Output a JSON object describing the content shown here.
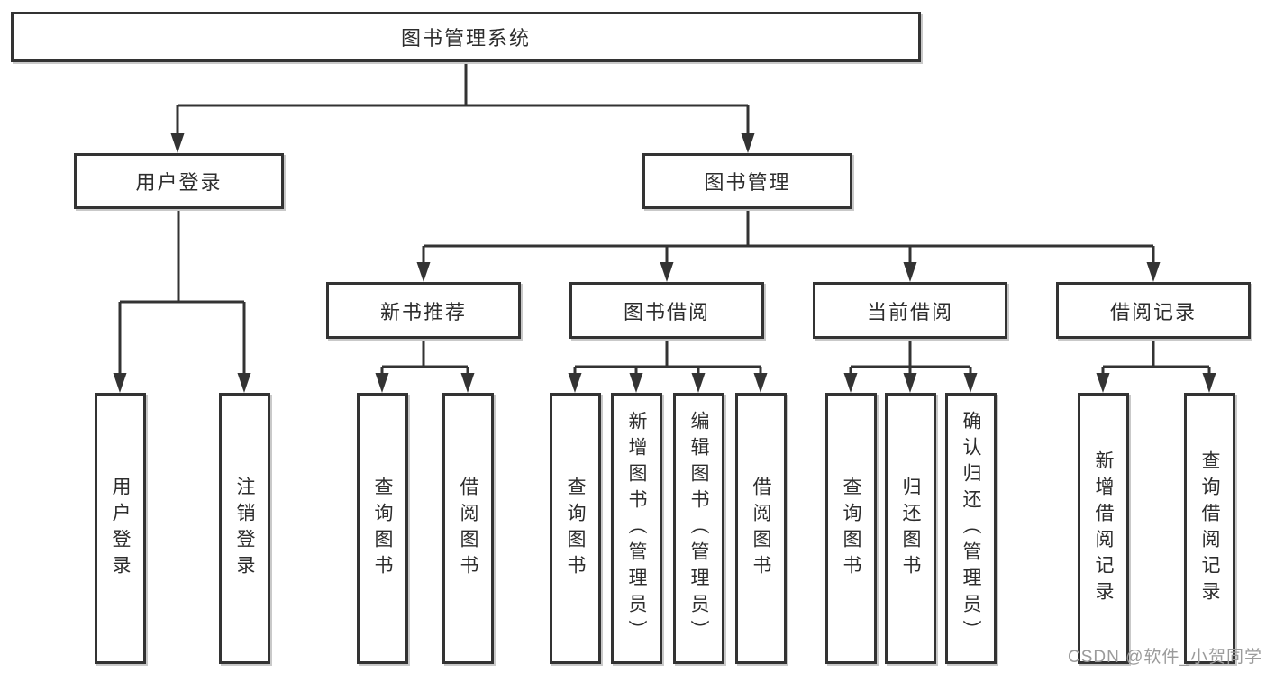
{
  "diagram": {
    "root_label": "图书管理系统",
    "level2": [
      {
        "label": "用户登录"
      },
      {
        "label": "图书管理"
      }
    ],
    "level3": [
      {
        "label": "新书推荐",
        "parent": "图书管理"
      },
      {
        "label": "图书借阅",
        "parent": "图书管理"
      },
      {
        "label": "当前借阅",
        "parent": "图书管理"
      },
      {
        "label": "借阅记录",
        "parent": "图书管理"
      }
    ],
    "leaves": [
      {
        "label": "用户登录",
        "parent": "用户登录"
      },
      {
        "label": "注销登录",
        "parent": "用户登录"
      },
      {
        "label": "查询图书",
        "parent": "新书推荐"
      },
      {
        "label": "借阅图书",
        "parent": "新书推荐"
      },
      {
        "label": "查询图书",
        "parent": "图书借阅"
      },
      {
        "label": "新增图书（管理员）",
        "parent": "图书借阅"
      },
      {
        "label": "编辑图书（管理员）",
        "parent": "图书借阅"
      },
      {
        "label": "借阅图书",
        "parent": "图书借阅"
      },
      {
        "label": "查询图书",
        "parent": "当前借阅"
      },
      {
        "label": "归还图书",
        "parent": "当前借阅"
      },
      {
        "label": "确认归还（管理员）",
        "parent": "当前借阅"
      },
      {
        "label": "新增借阅记录",
        "parent": "借阅记录"
      },
      {
        "label": "查询借阅记录",
        "parent": "借阅记录"
      }
    ],
    "line_color": "#333333",
    "box_border_color": "#333333",
    "text_color": "#2d2d2d"
  },
  "watermark": {
    "text": "CSDN @软件_小贺同学",
    "color": "#9b9b9b"
  }
}
